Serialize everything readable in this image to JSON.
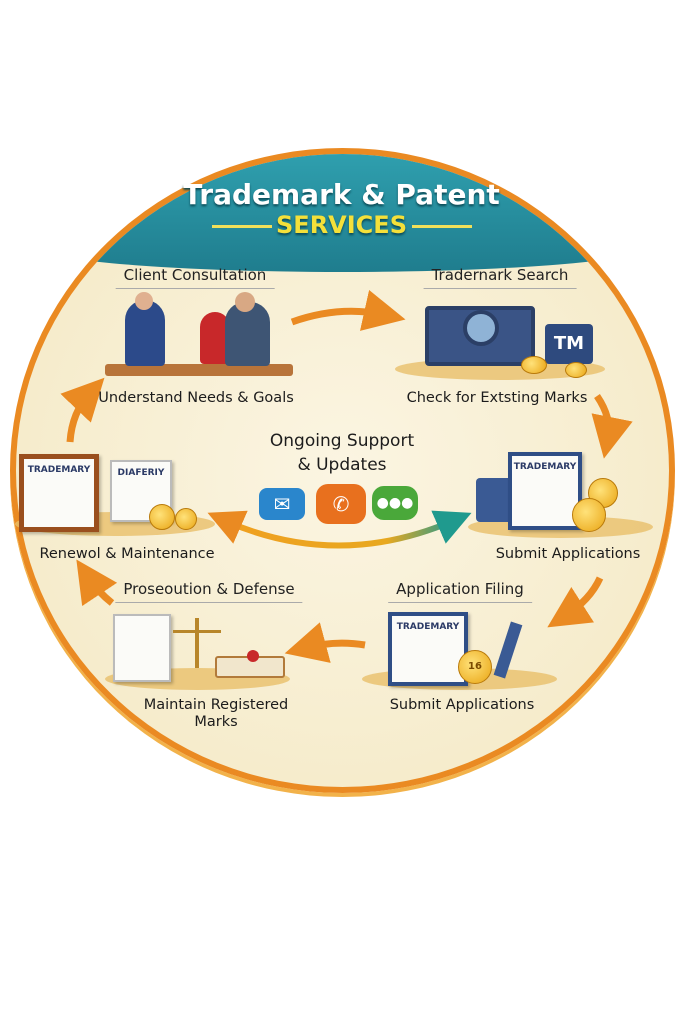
{
  "title": {
    "line1": "Trademark & Patent",
    "line2": "SERVICES"
  },
  "center": {
    "line1": "Ongoing Support",
    "line2": "& Updates",
    "icons": [
      "envelope-icon",
      "phone-icon",
      "chat-icon"
    ]
  },
  "steps": [
    {
      "heading": "Client Consultation",
      "caption": "Understand Needs & Goals"
    },
    {
      "heading": "Tradernark Search",
      "caption": "Check for Extsting Marks",
      "badge": "TM"
    },
    {
      "caption": "Submit Applications",
      "doc_text": "TRADEMARY"
    },
    {
      "heading": "Application Filing",
      "caption": "Submit Applications",
      "doc_text": "TRADEMARY",
      "coin": "16"
    },
    {
      "heading": "Proseoution & Defense",
      "caption": "Maintain Registered Marks"
    },
    {
      "caption": "Renewol & Maintenance",
      "doc_text": "TRADEMARY",
      "doc_text2": "DIAFERIY"
    }
  ],
  "colors": {
    "teal": "#1f7d8e",
    "orange": "#ea8a22",
    "yellow": "#f4e03a"
  }
}
